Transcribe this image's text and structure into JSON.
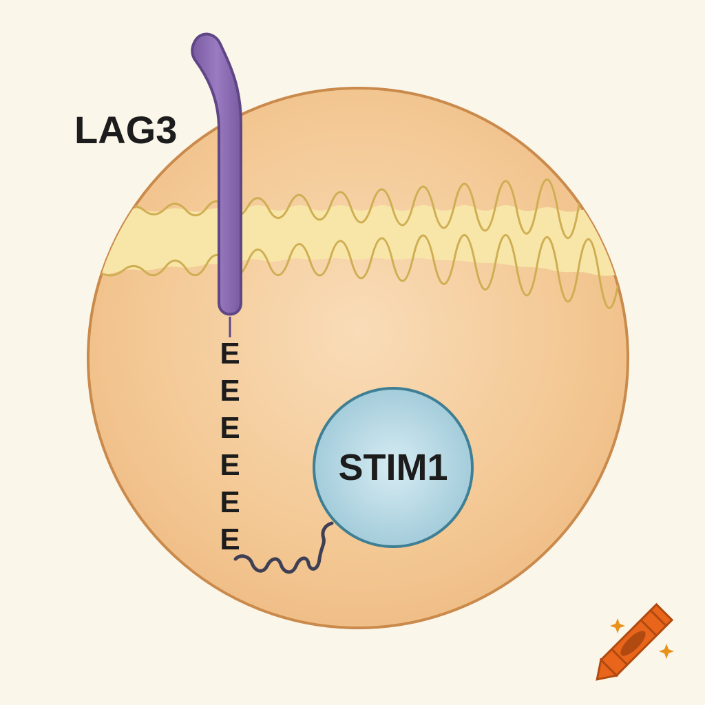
{
  "labels": {
    "receptor": "LAG3",
    "partner": "STIM1",
    "motif": [
      "E",
      "E",
      "E",
      "E",
      "E",
      "E"
    ]
  },
  "colors": {
    "background": "#fbf6ea",
    "cell_fill": "#f3c792",
    "cell_outline": "#c98a4b",
    "membrane_band": "#f8e6a8",
    "membrane_line": "#cfae53",
    "receptor_fill": "#8a6bb0",
    "receptor_outline": "#5f4685",
    "partner_fill": "#a8d0de",
    "partner_outline": "#3f7f93",
    "linker": "#3e3f55",
    "crayon_body": "#e8651b",
    "crayon_dark": "#b14a10",
    "sparkle": "#e8921b"
  },
  "icons": [
    "crayon-icon",
    "sparkle-icon"
  ]
}
